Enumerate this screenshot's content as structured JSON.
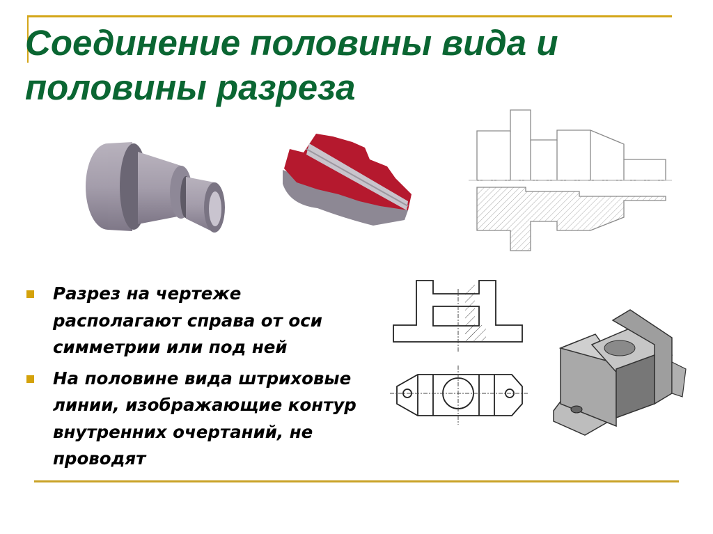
{
  "slide": {
    "title": "Соединение половины вида и половины разреза",
    "accent_color": "#d4a619",
    "title_color": "#0a6632",
    "bullets": [
      {
        "text": "Разрез на чертеже располагают справа от оси симметрии или под ней"
      },
      {
        "text": "На половине вида штриховые линии, изображающие контур внутренних очертаний, не проводят"
      }
    ],
    "figures": [
      {
        "name": "3d-part-view",
        "description": "3D stepped cylindrical part (gray)"
      },
      {
        "name": "3d-part-section",
        "description": "3D part with quarter cut, section in red"
      },
      {
        "name": "half-view-half-section-drawing-1",
        "description": "2D drawing: upper half view, lower half section hatched"
      },
      {
        "name": "half-view-half-section-drawing-2",
        "description": "2D front view with right half sectioned, plus top view"
      },
      {
        "name": "3d-bracket",
        "description": "3D bracket part (gray shaded)"
      }
    ]
  }
}
